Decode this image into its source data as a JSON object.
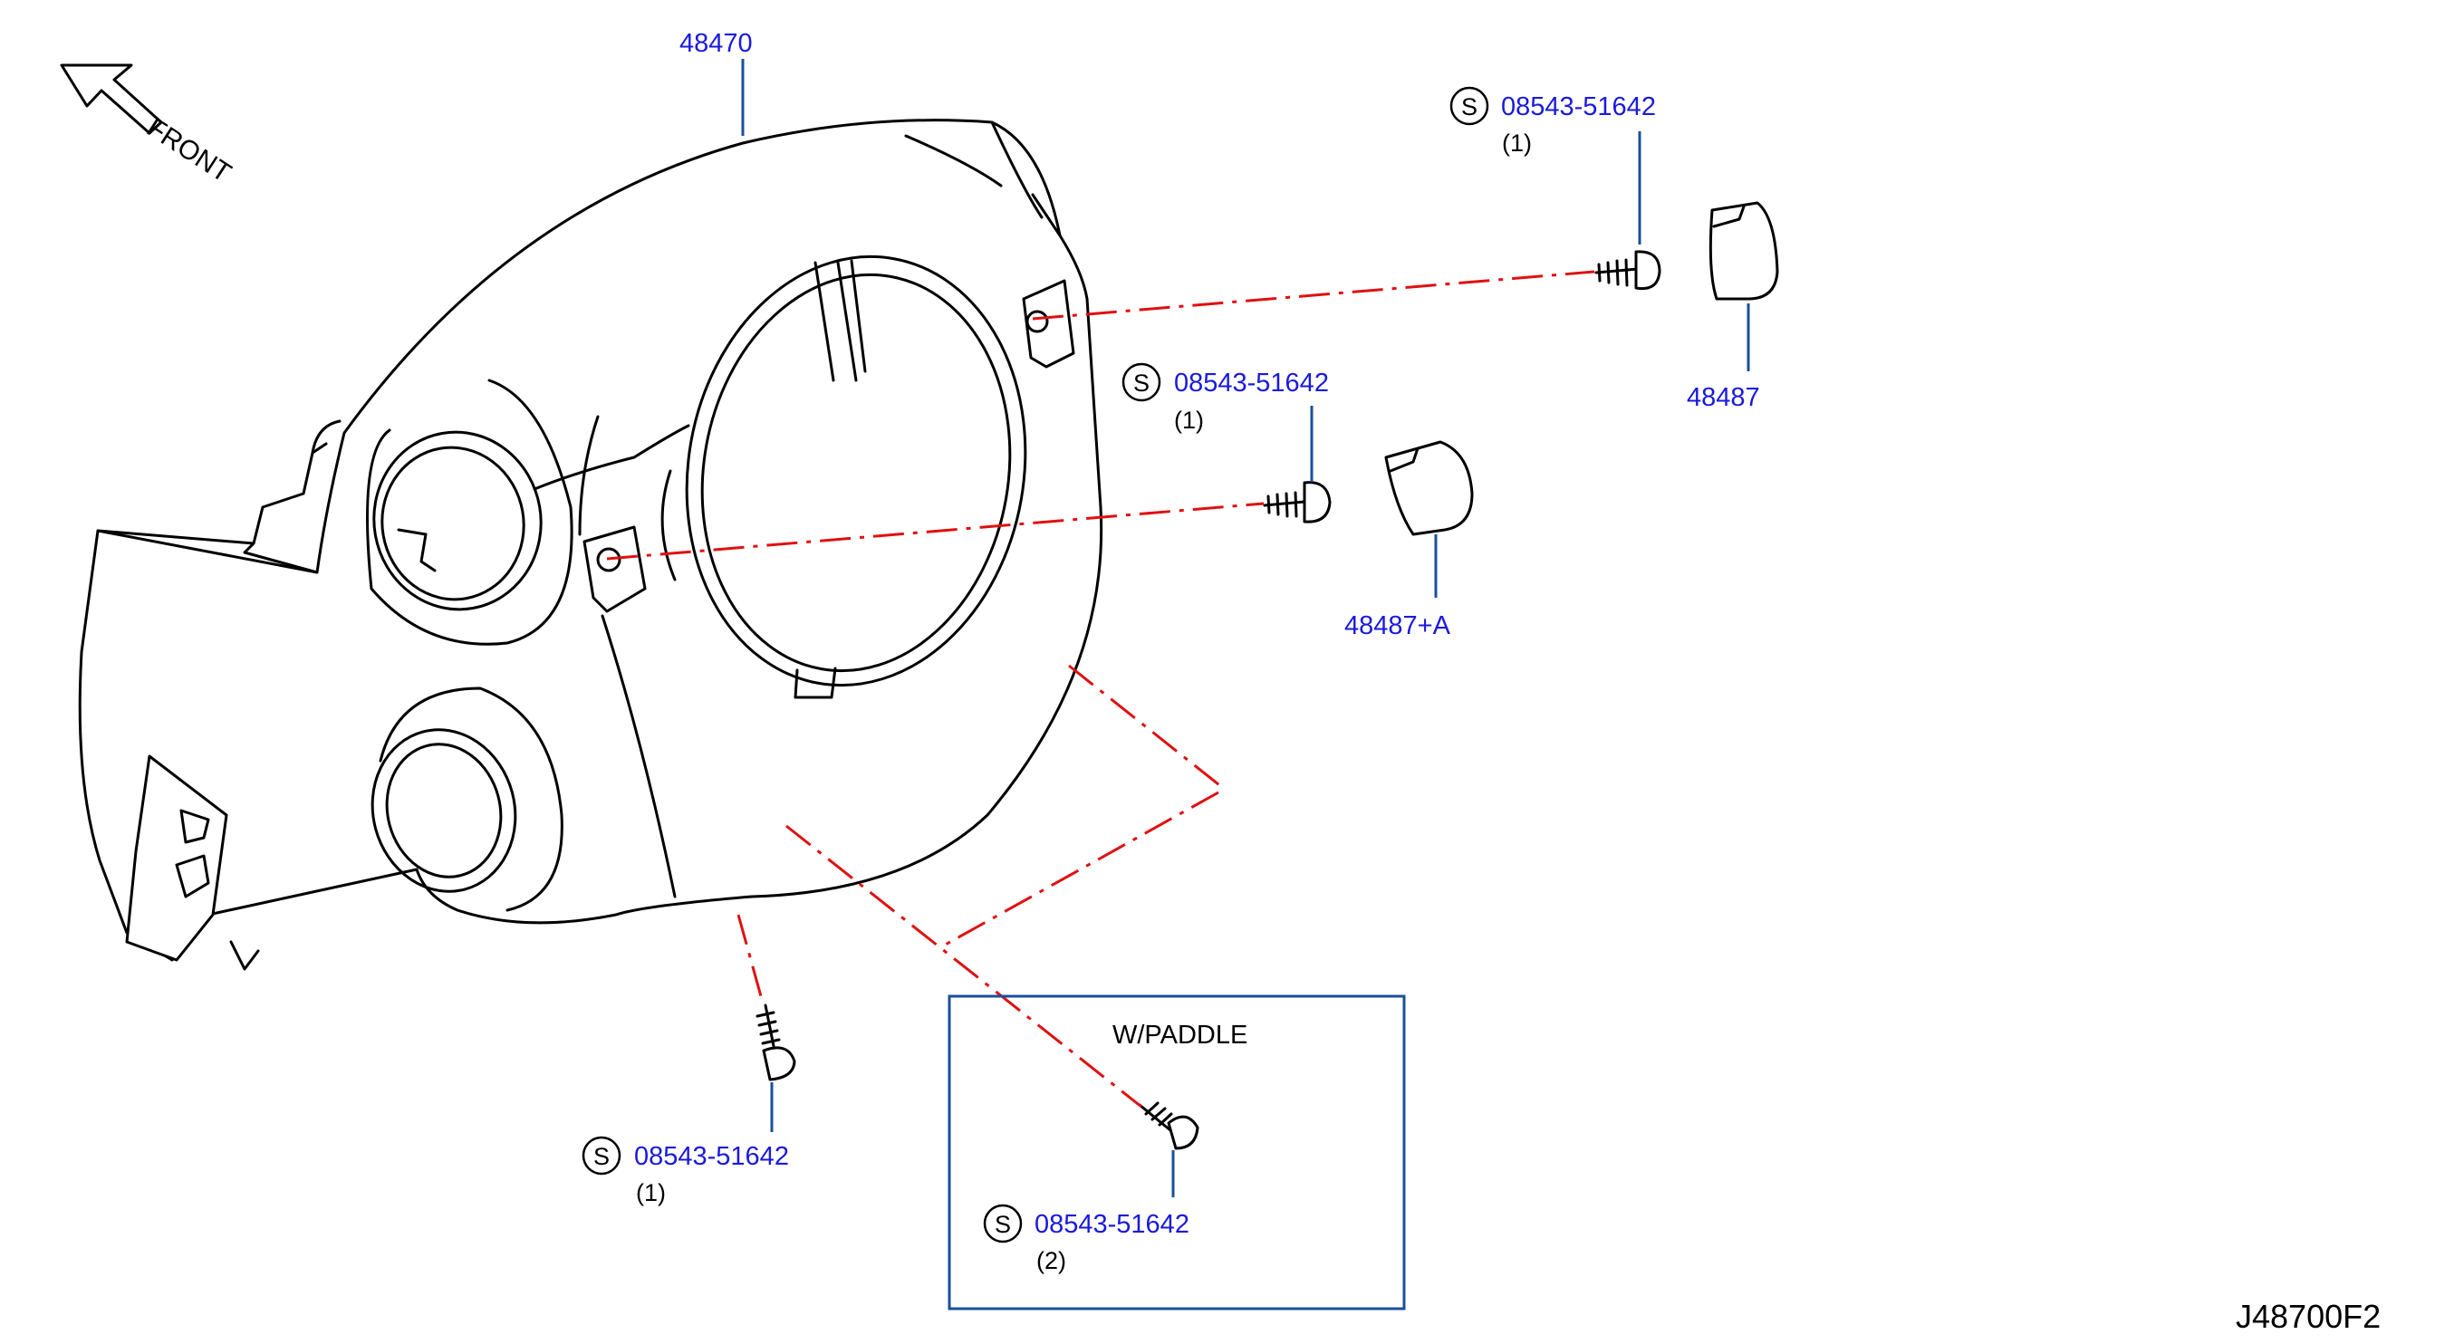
{
  "diagram": {
    "front_label": "FRONT",
    "figure_code": "J48700F2",
    "paddle_box_title": "W/PADDLE",
    "main_part": {
      "number": "48470"
    },
    "screw_symbol": "S",
    "screws": [
      {
        "number": "08543-51642",
        "qty": "(1)"
      },
      {
        "number": "08543-51642",
        "qty": "(1)"
      },
      {
        "number": "08543-51642",
        "qty": "(1)"
      },
      {
        "number": "08543-51642",
        "qty": "(2)"
      }
    ],
    "caps": [
      {
        "number": "48487"
      },
      {
        "number": "48487+A"
      }
    ]
  }
}
